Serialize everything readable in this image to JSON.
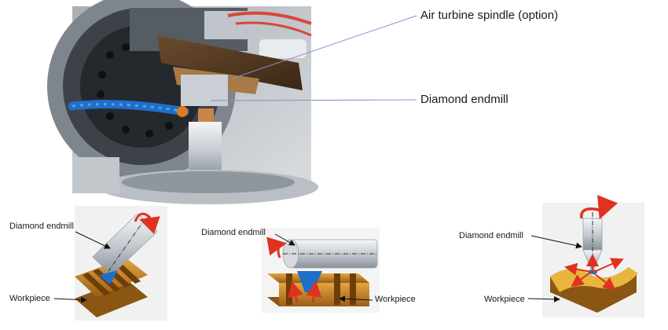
{
  "photo_callouts": {
    "spindle": "Air turbine spindle (option)",
    "endmill": "Diamond endmill"
  },
  "diagrams": [
    {
      "tool_label": "Diamond endmill",
      "workpiece_label": "Workpiece"
    },
    {
      "tool_label": "Diamond endmill",
      "workpiece_label": "Workpiece"
    },
    {
      "tool_label": "Diamond endmill",
      "workpiece_label": "Workpiece"
    }
  ],
  "colors": {
    "callout_line": "#8c8cc4",
    "arrow": "#e0321e",
    "workpiece": "#d69a32",
    "coolant": "#1e6fc8",
    "tool": "#cfd4d8"
  }
}
